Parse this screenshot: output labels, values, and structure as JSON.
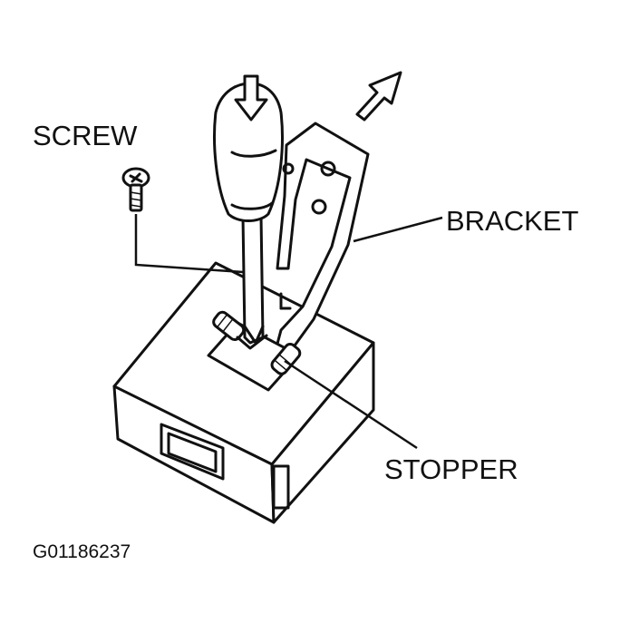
{
  "labels": {
    "screw": "SCREW",
    "bracket": "BRACKET",
    "stopper": "STOPPER",
    "figure_code": "G01186237"
  },
  "colors": {
    "ink": "#111111",
    "background": "#ffffff"
  }
}
